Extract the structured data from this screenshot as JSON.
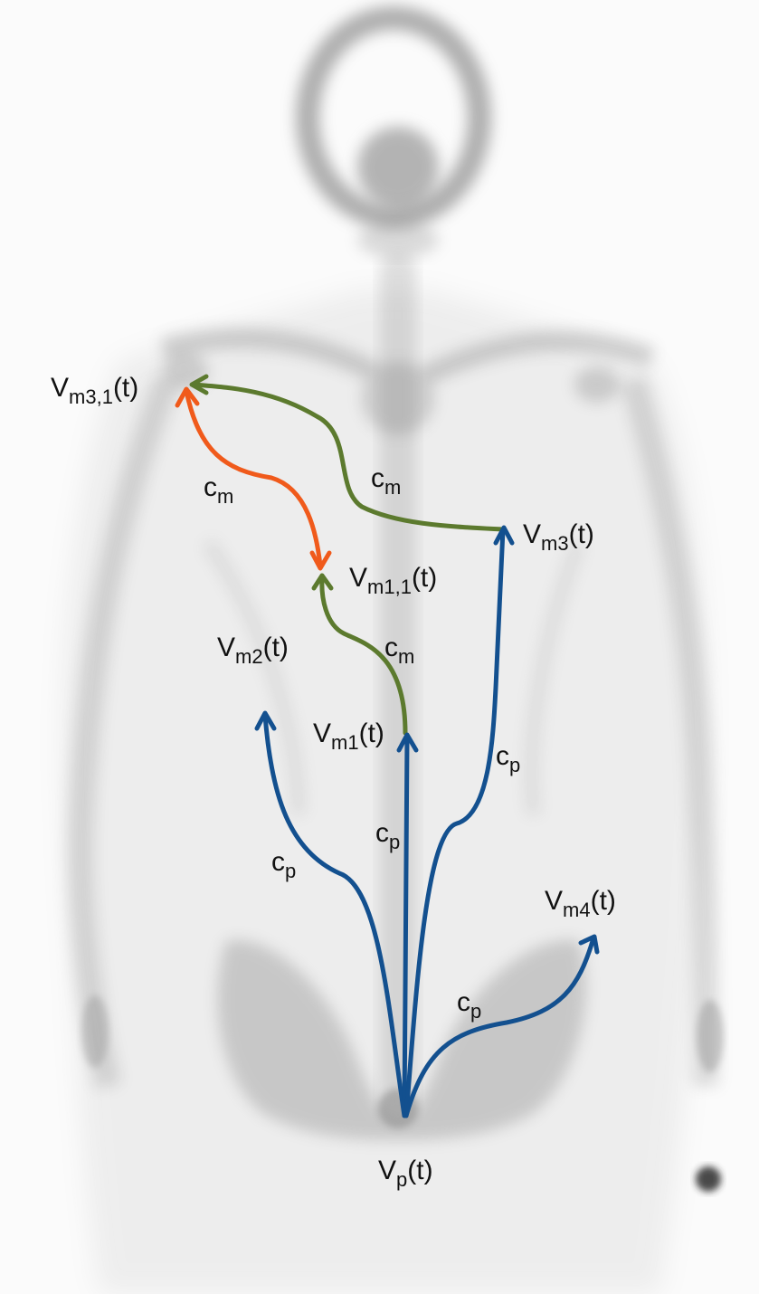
{
  "colors": {
    "cp_edge": "#13508f",
    "cm_edge": "#5c7a2e",
    "bidirectional_cm_edge": "#f05a1b",
    "background": "#fbfbfb",
    "bone_scan_shading": "#7a7a7a",
    "text": "#111111"
  },
  "nodes": {
    "vp": {
      "main": "V",
      "sub": "p",
      "tail": "(t)"
    },
    "vm1": {
      "main": "V",
      "sub": "m1",
      "tail": "(t)"
    },
    "vm2": {
      "main": "V",
      "sub": "m2",
      "tail": "(t)"
    },
    "vm3": {
      "main": "V",
      "sub": "m3",
      "tail": "(t)"
    },
    "vm4": {
      "main": "V",
      "sub": "m4",
      "tail": "(t)"
    },
    "vm11": {
      "main": "V",
      "sub": "m1,1",
      "tail": "(t)"
    },
    "vm31": {
      "main": "V",
      "sub": "m3,1",
      "tail": "(t)"
    }
  },
  "edges": {
    "vp_to_vm2": {
      "main": "c",
      "sub": "p"
    },
    "vp_to_vm1": {
      "main": "c",
      "sub": "p"
    },
    "vp_to_vm3": {
      "main": "c",
      "sub": "p"
    },
    "vp_to_vm4": {
      "main": "c",
      "sub": "p"
    },
    "vm1_to_vm11": {
      "main": "c",
      "sub": "m"
    },
    "vm3_to_vm31": {
      "main": "c",
      "sub": "m"
    },
    "vm11_to_vm31": {
      "main": "c",
      "sub": "m"
    }
  }
}
